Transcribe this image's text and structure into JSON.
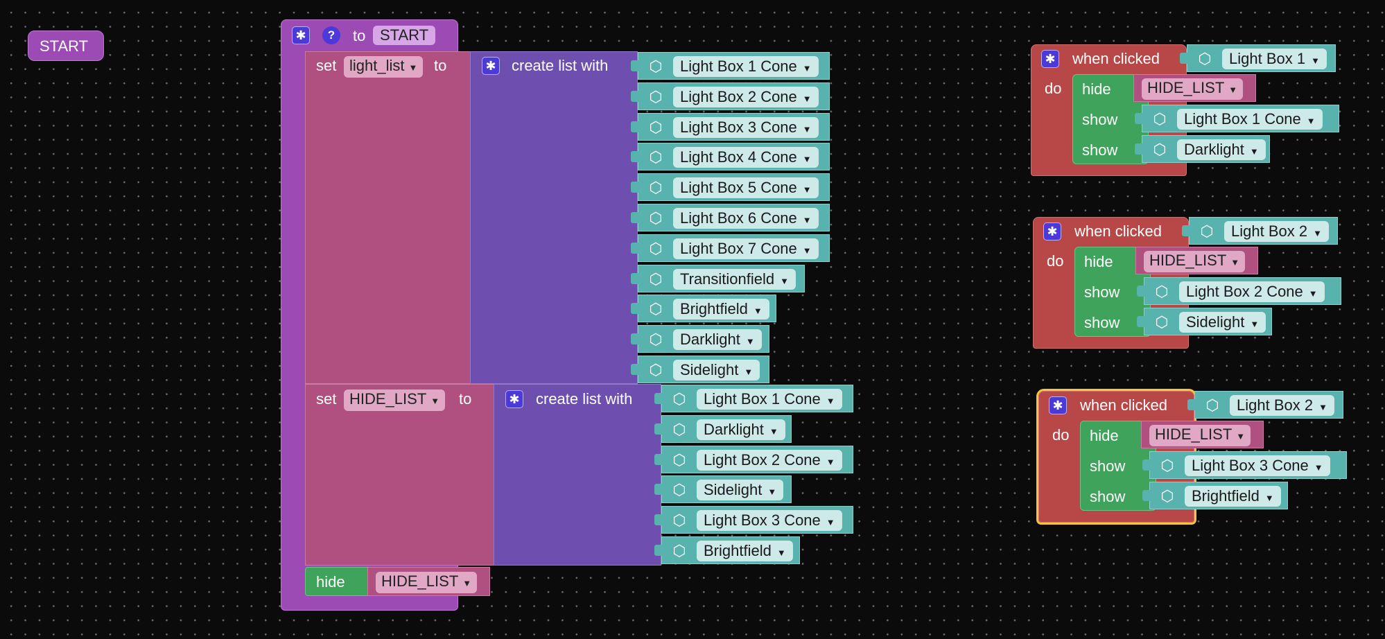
{
  "start_label": "START",
  "procedure": {
    "to_label": "to",
    "name": "START",
    "set1": {
      "set_label": "set",
      "variable": "light_list",
      "to_label": "to",
      "list_label": "create list with",
      "items": [
        "Light Box 1 Cone",
        "Light Box 2 Cone",
        "Light Box 3 Cone",
        "Light Box 4 Cone",
        "Light Box 5 Cone",
        "Light Box 6 Cone",
        "Light Box 7 Cone",
        "Transitionfield",
        "Brightfield",
        "Darklight",
        "Sidelight"
      ]
    },
    "set2": {
      "set_label": "set",
      "variable": "HIDE_LIST",
      "to_label": "to",
      "list_label": "create list with",
      "items": [
        "Light Box 1 Cone",
        "Darklight",
        "Light Box 2 Cone",
        "Sidelight",
        "Light Box 3 Cone",
        "Brightfield"
      ]
    },
    "hide": {
      "label": "hide",
      "variable": "HIDE_LIST"
    }
  },
  "events": [
    {
      "when_label": "when clicked",
      "target": "Light Box 1",
      "do_label": "do",
      "hide_label": "hide",
      "hide_var": "HIDE_LIST",
      "show_label": "show",
      "show1": "Light Box 1 Cone",
      "show2": "Darklight"
    },
    {
      "when_label": "when clicked",
      "target": "Light Box 2",
      "do_label": "do",
      "hide_label": "hide",
      "hide_var": "HIDE_LIST",
      "show_label": "show",
      "show1": "Light Box 2 Cone",
      "show2": "Sidelight"
    },
    {
      "when_label": "when clicked",
      "target": "Light Box 2",
      "do_label": "do",
      "hide_label": "hide",
      "hide_var": "HIDE_LIST",
      "show_label": "show",
      "show1": "Light Box 3 Cone",
      "show2": "Brightfield"
    }
  ],
  "icons": {
    "gear": "gear-icon",
    "help": "help-icon",
    "object": "cube-icon"
  },
  "colors": {
    "procedure": "#9c4bb4",
    "variable": "#b05080",
    "list": "#6e4fb0",
    "object": "#58b2ae",
    "event": "#b84848",
    "hide": "#3fa35b",
    "selected": "#f5c542"
  }
}
